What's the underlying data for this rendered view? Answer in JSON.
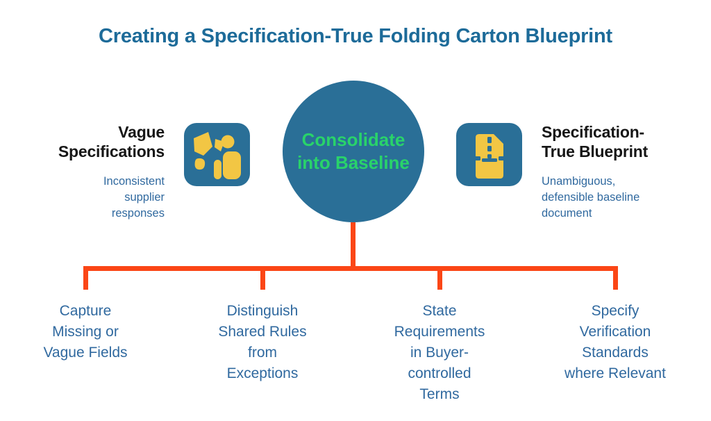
{
  "title": "Creating a Specification-True Folding Carton Blueprint",
  "center": {
    "label": "Consolidate\ninto Baseline"
  },
  "left": {
    "heading": "Vague\nSpecifications",
    "subtitle": "Inconsistent\nsupplier\nresponses",
    "icon_name": "fragmented-specification-person-icon"
  },
  "right": {
    "heading": "Specification-\nTrue Blueprint",
    "subtitle": "Unambiguous,\ndefensible baseline\ndocument",
    "icon_name": "blueprint-document-icon"
  },
  "branches": [
    {
      "label": "Capture\nMissing or\nVague Fields"
    },
    {
      "label": "Distinguish\nShared Rules\nfrom\nExceptions"
    },
    {
      "label": "State\nRequirements\nin Buyer-\ncontrolled\nTerms"
    },
    {
      "label": "Specify\nVerification\nStandards\nwhere Relevant"
    }
  ],
  "colors": {
    "teal": "#2a6f97",
    "title-blue": "#1d6b99",
    "green": "#29d36a",
    "yellow": "#f2c644",
    "orange": "#fb4616",
    "text-blue": "#30699f",
    "heading-black": "#161616"
  }
}
